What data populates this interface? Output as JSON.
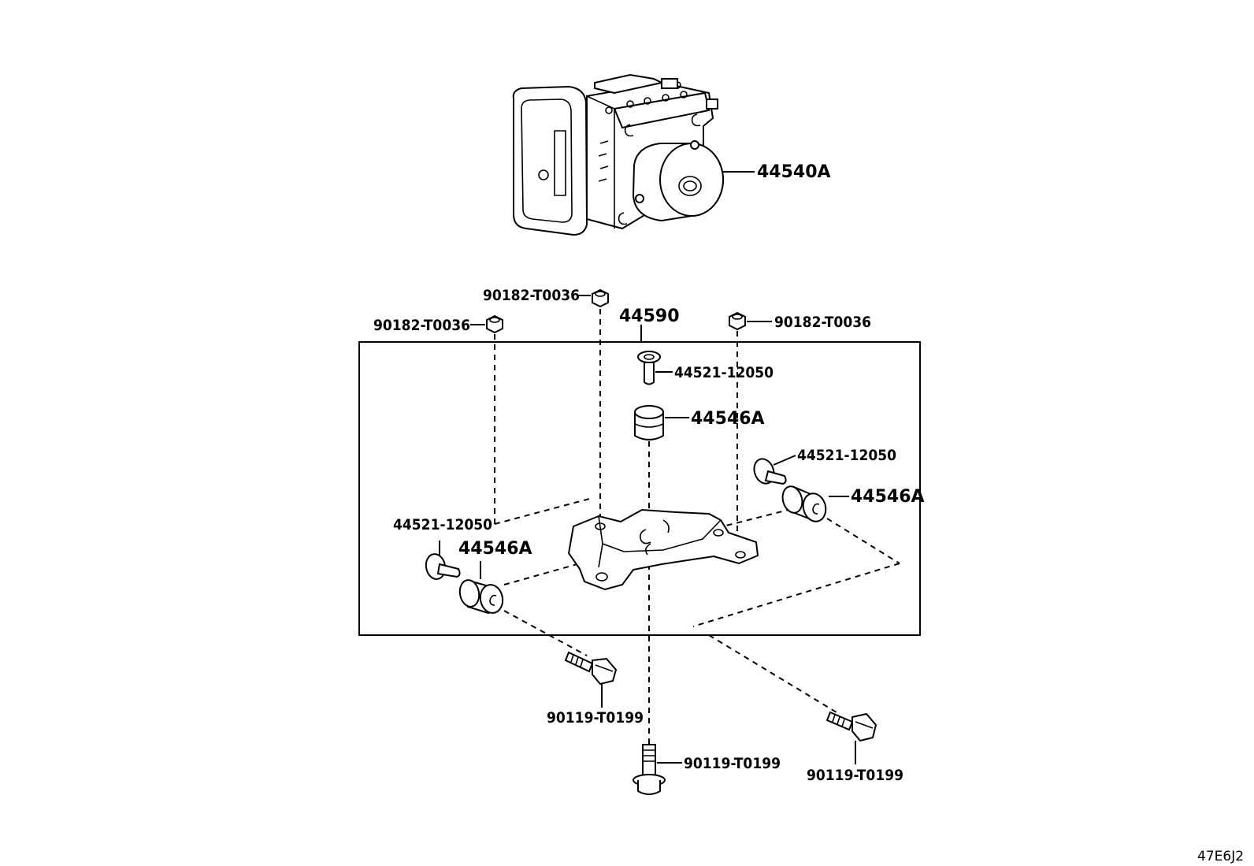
{
  "diagram": {
    "labels": {
      "actuator": "44540A",
      "bracket_assy": "44590",
      "nut_top_center": "90182-T0036",
      "nut_top_left": "90182-T0036",
      "nut_top_right": "90182-T0036",
      "collar_top": "44521-12050",
      "cushion_top": "44546A",
      "collar_right": "44521-12050",
      "cushion_right": "44546A",
      "collar_left": "44521-12050",
      "cushion_left": "44546A",
      "bolt_left": "90119-T0199",
      "bolt_center": "90119-T0199",
      "bolt_right": "90119-T0199"
    },
    "figure_code": "47E6J2"
  }
}
